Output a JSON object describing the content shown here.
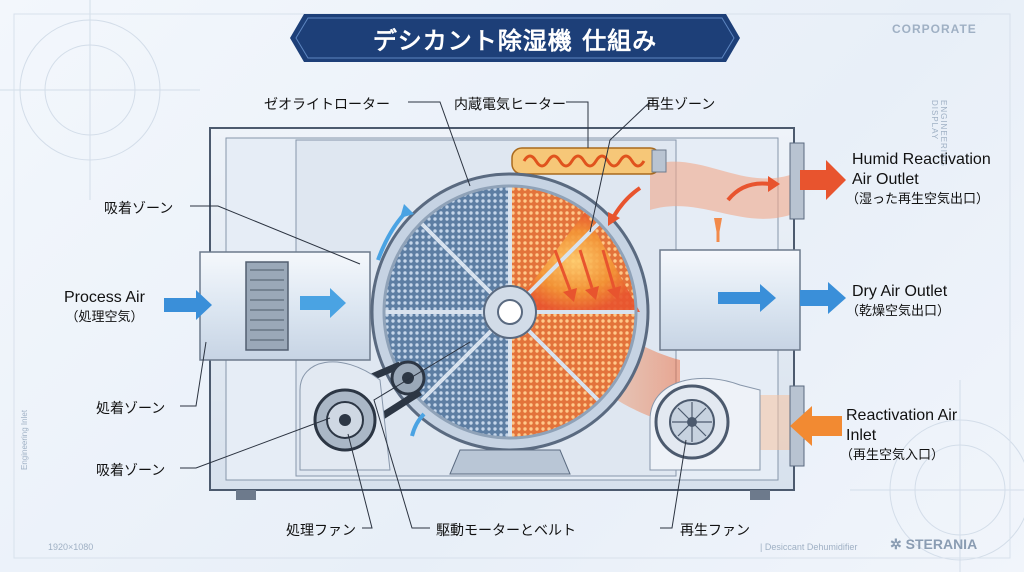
{
  "title": "デシカント除湿機 仕組み",
  "corner": {
    "top_right": "CORPORATE",
    "vertical_right": "ENGINEERING DISPLAY",
    "vertical_left": "Engineering Inlet",
    "bottom_left": "1920×1080",
    "bottom_center": "| Desiccant Dehumidifier",
    "brand": "STERANIA"
  },
  "labels": {
    "zeolite_rotor": "ゼオライトローター",
    "heater": "内蔵電気ヒーター",
    "regen_zone": "再生ゾーン",
    "adsorption_zone_top": "吸着ゾーン",
    "process_air_en": "Process Air",
    "process_air_jp": "（処理空気）",
    "treatment_zone": "処着ゾーン",
    "adsorption_zone_bottom": "吸着ゾーン",
    "process_fan": "処理ファン",
    "motor_belt": "駆動モーターとベルト",
    "regen_fan": "再生ファン",
    "humid_outlet_en_1": "Humid Reactivation",
    "humid_outlet_en_2": "Air Outlet",
    "humid_outlet_jp": "（湿った再生空気出口）",
    "dry_outlet_en": "Dry Air Outlet",
    "dry_outlet_jp": "（乾燥空気出口）",
    "reactivation_inlet_en_1": "Reactivation Air",
    "reactivation_inlet_en_2": "Inlet",
    "reactivation_inlet_jp": "（再生空気入口）"
  },
  "colors": {
    "process_blue": "#3a8fd9",
    "regen_red": "#e8542e",
    "regen_orange": "#f2a03a",
    "banner_navy": "#1d3f78"
  }
}
